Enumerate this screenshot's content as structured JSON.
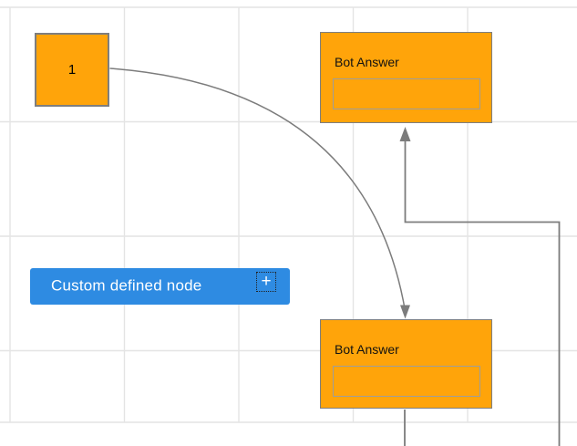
{
  "canvas": {
    "background": "#ffffff",
    "grid_color": "#e4e4e4",
    "connector_color": "#7c7c7c"
  },
  "colors": {
    "node_orange": "#ffa40a",
    "node_border_gray": "#7e7e7e",
    "inner_box_border_gray": "#9d9d9d",
    "accent_blue": "#2e8be2",
    "text_dark": "#111111",
    "text_light": "#ffffff"
  },
  "nodes": {
    "start": {
      "label": "1"
    },
    "bot_answer_top": {
      "title": "Bot Answer"
    },
    "bot_answer_bottom": {
      "title": "Bot Answer"
    },
    "custom": {
      "label": "Custom defined node"
    }
  },
  "icons": {
    "add": "+"
  }
}
